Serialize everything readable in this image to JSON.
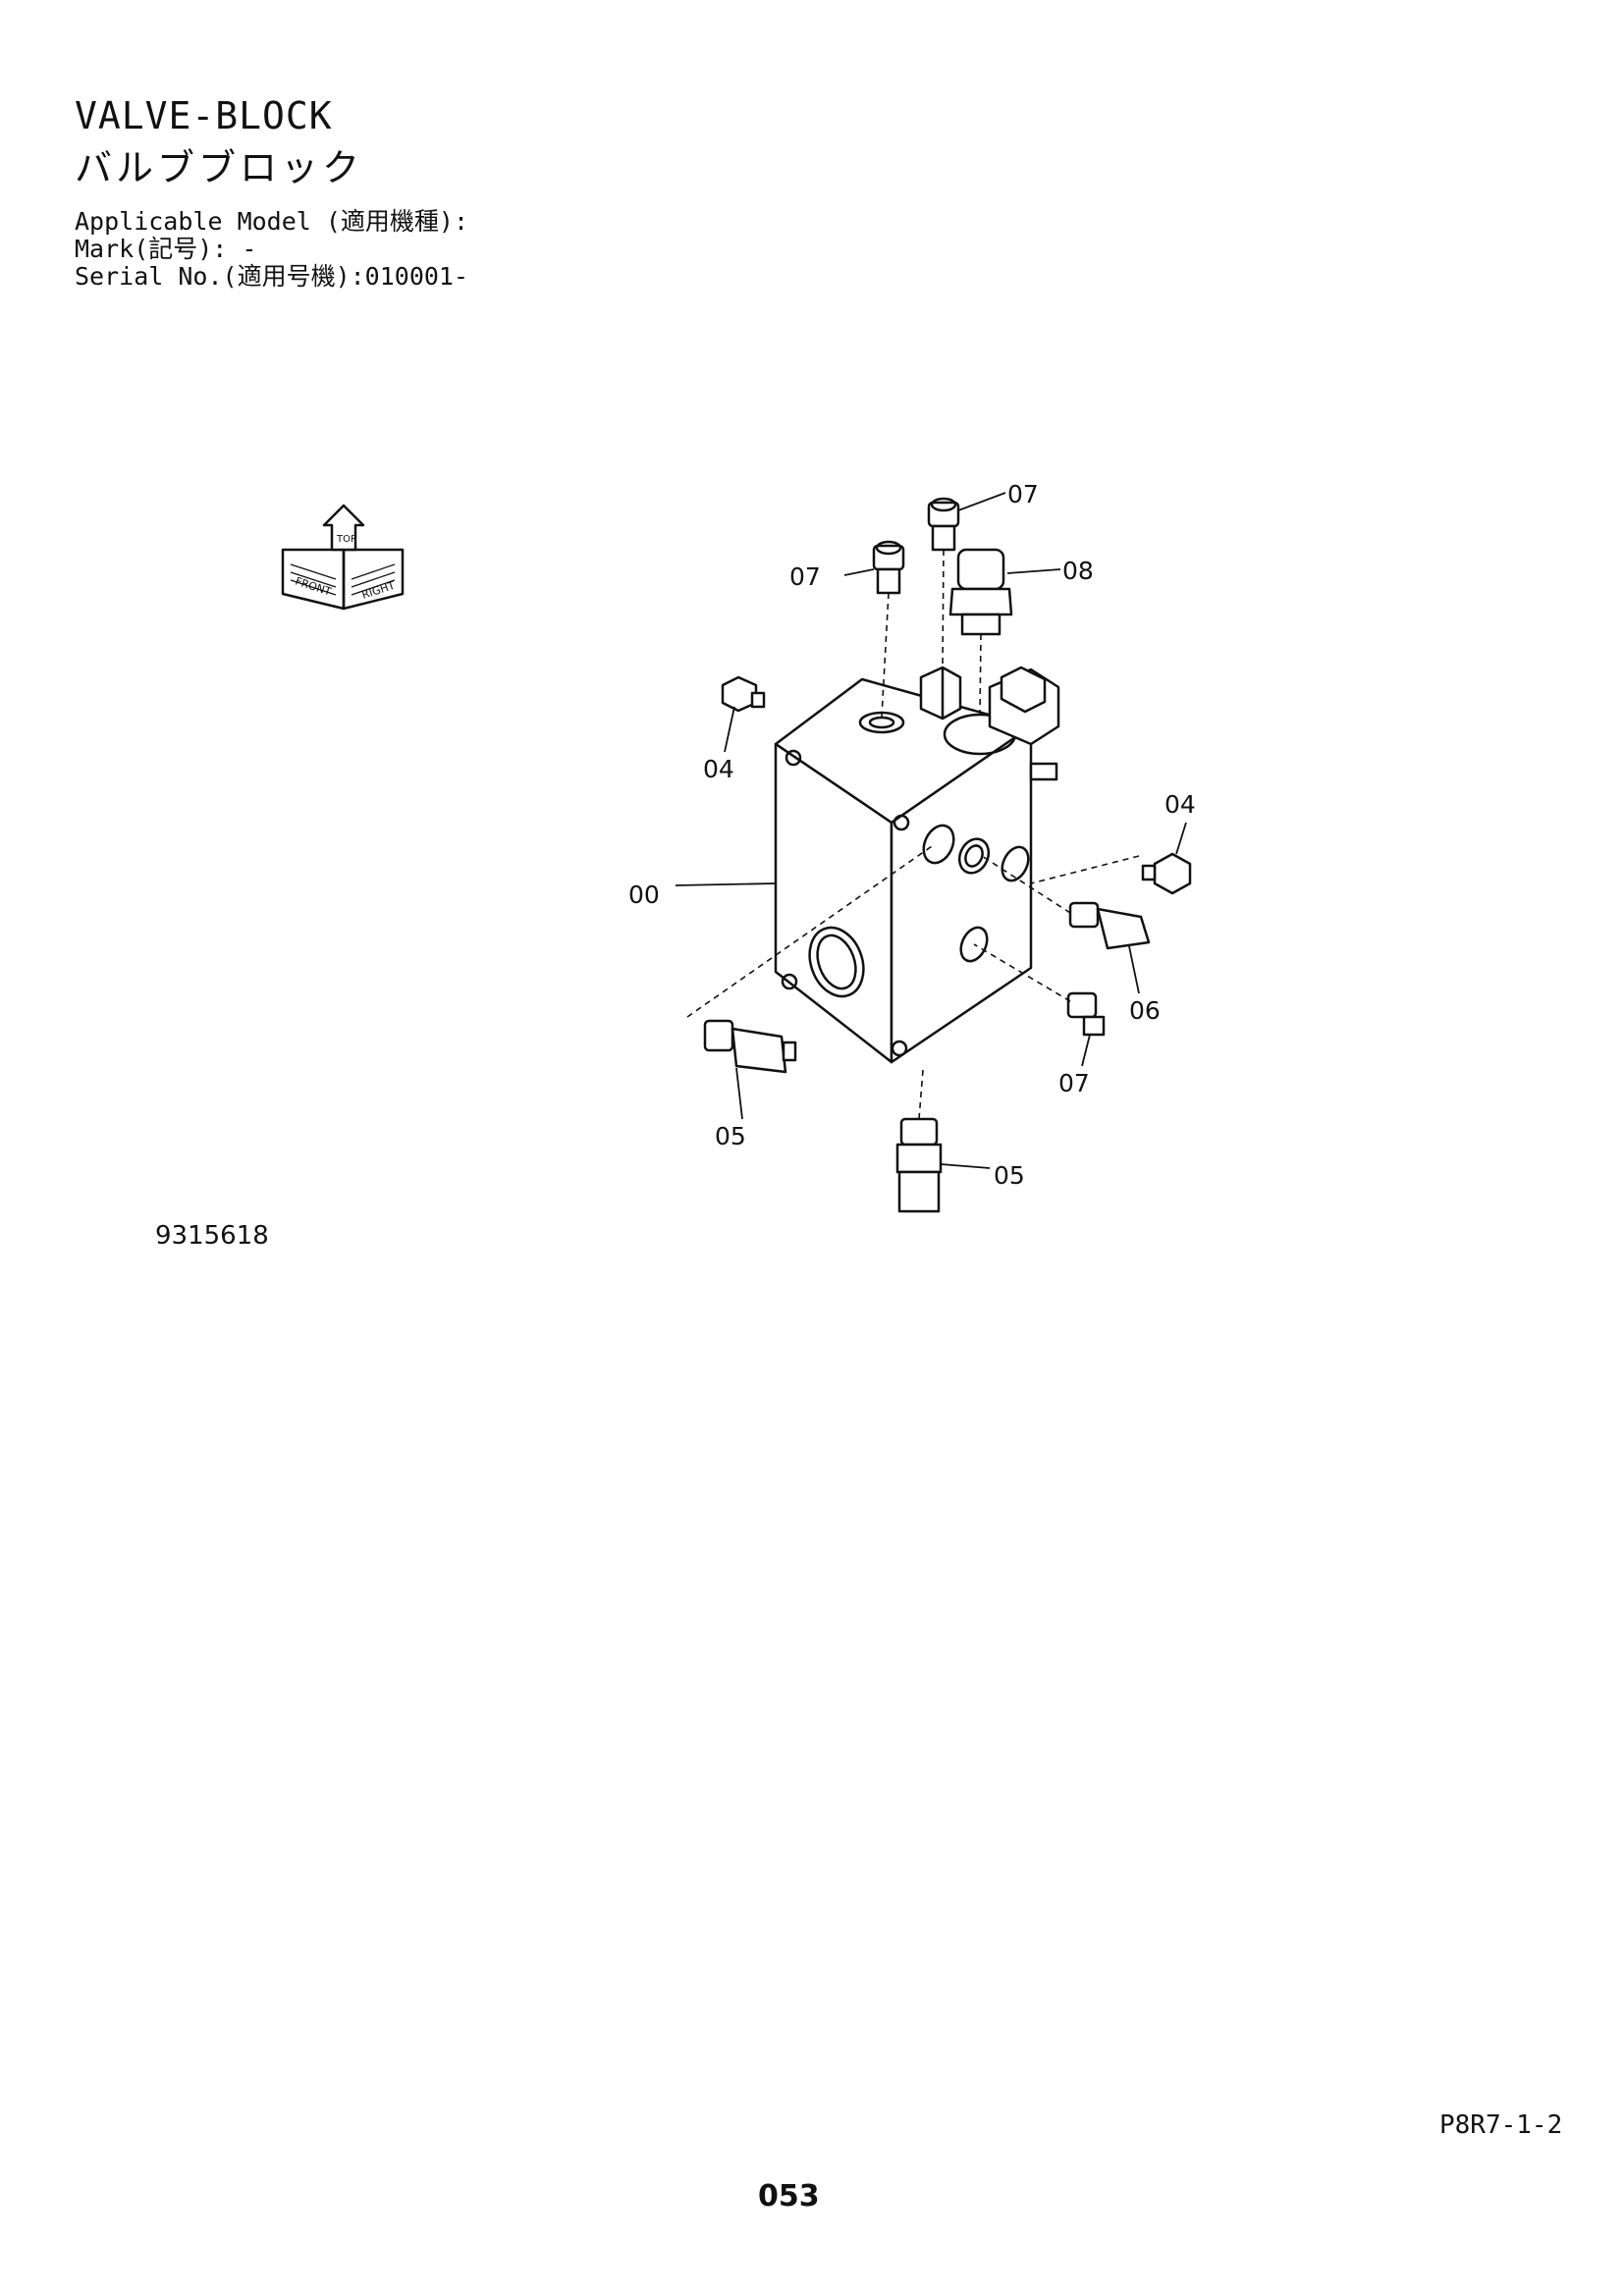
{
  "header": {
    "title_en": "VALVE-BLOCK",
    "title_jp": "バルブブロック",
    "applicable_model": "Applicable Model (適用機種):",
    "mark": "Mark(記号): -",
    "serial_no": "Serial No.(適用号機):010001-"
  },
  "orientation_icon": {
    "icon": "orientation-arrows-icon",
    "labels": [
      "FRONT",
      "TOP",
      "RIGHT"
    ]
  },
  "callouts": {
    "c07a": "07",
    "c07b": "07",
    "c08": "08",
    "c04a": "04",
    "c04b": "04",
    "c00": "00",
    "c06": "06",
    "c07c": "07",
    "c05a": "05",
    "c05b": "05"
  },
  "footer": {
    "figure_no": "9315618",
    "page_ref": "P8R7-1-2",
    "page_number": "053"
  }
}
